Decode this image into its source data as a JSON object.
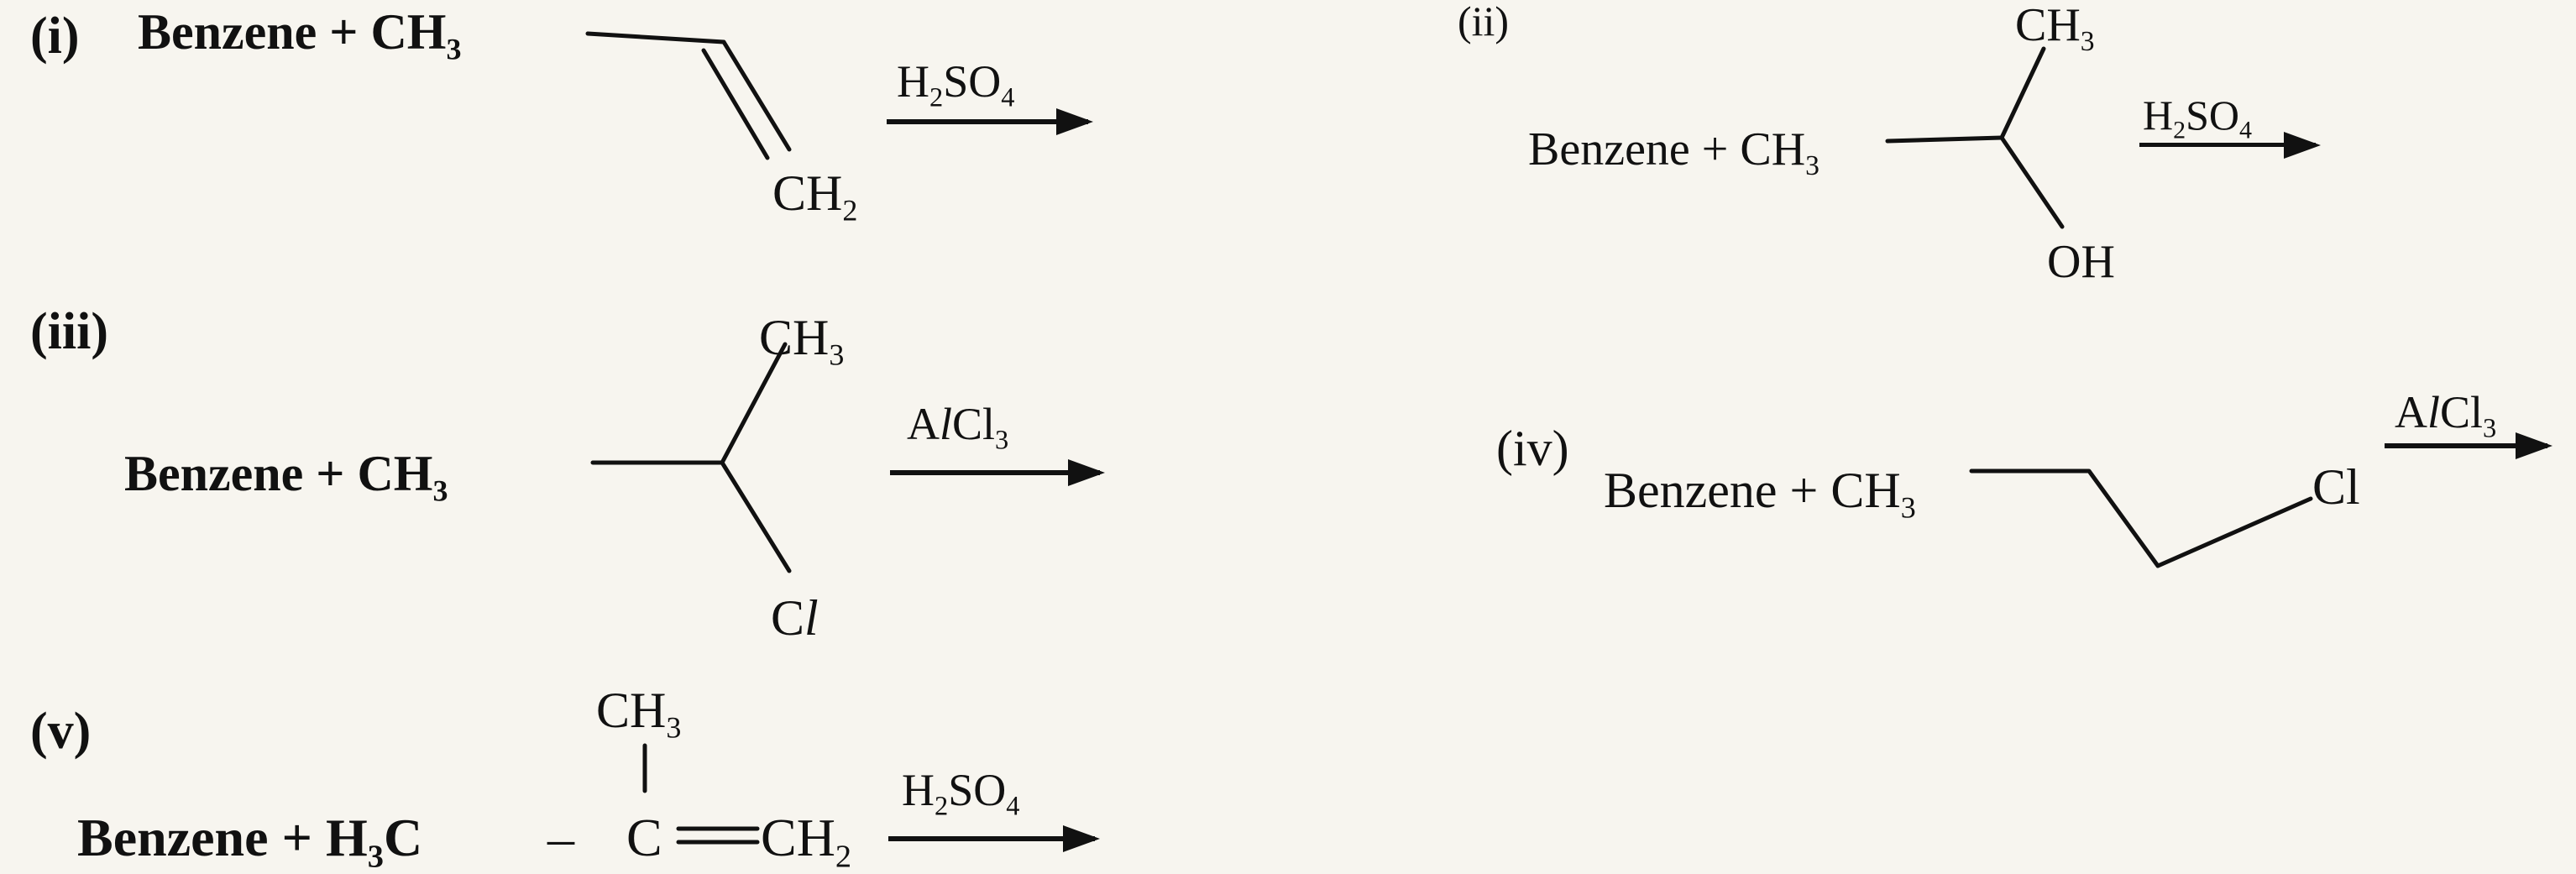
{
  "reactions": [
    {
      "label": "(i)",
      "reactant_text": "Benzene + CH",
      "reactant_sub": "3",
      "group": "CH",
      "group_sub": "2",
      "reagent": "H",
      "reagent_sub1": "2",
      "reagent_mid": "SO",
      "reagent_sub2": "4"
    },
    {
      "label": "(ii)",
      "reactant_text": "Benzene + CH",
      "reactant_sub": "3",
      "top_group": "CH",
      "top_group_sub": "3",
      "bottom_group": "OH",
      "reagent": "H",
      "reagent_sub1": "2",
      "reagent_mid": "SO",
      "reagent_sub2": "4"
    },
    {
      "label": "(iii)",
      "reactant_text": "Benzene + CH",
      "reactant_sub": "3",
      "top_group": "CH",
      "top_group_sub": "3",
      "bottom_group_c": "C",
      "bottom_group_l": "l",
      "reagent_a": "A",
      "reagent_l": "l",
      "reagent_cl": "Cl",
      "reagent_sub": "3"
    },
    {
      "label": "(iv)",
      "reactant_text": "Benzene + CH",
      "reactant_sub": "3",
      "end_group": "Cl",
      "reagent_a": "A",
      "reagent_l": "l",
      "reagent_cl": "Cl",
      "reagent_sub": "3"
    },
    {
      "label": "(v)",
      "reactant_text": "Benzene + H",
      "reactant_sub": "3",
      "reactant_c": "C",
      "dash": "–",
      "center_c": "C",
      "right_group": "CH",
      "right_group_sub": "2",
      "top_group": "CH",
      "top_group_sub": "3",
      "reagent": "H",
      "reagent_sub1": "2",
      "reagent_mid": "SO",
      "reagent_sub2": "4"
    }
  ]
}
